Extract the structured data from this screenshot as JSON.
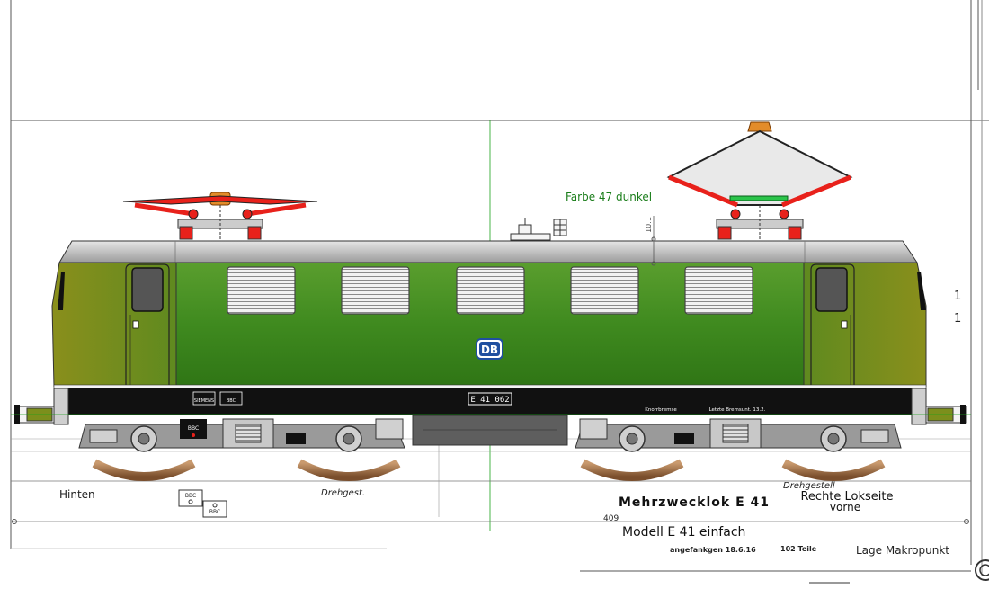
{
  "annotations": {
    "paint_note": "Farbe 47 dunkel",
    "height_mark": "10.1",
    "rear_label": "Hinten",
    "bogie_rear_label": "Drehgest.",
    "bogie_front_label": "Drehgestell",
    "dimension_label": "409",
    "brake_label": "Knorrbremse",
    "brake_date_label": "Letzte Bremsunt. 13.2.",
    "side_mark_top": "1",
    "side_mark_bottom": "1"
  },
  "locomotive": {
    "number_plate": "E 41 062",
    "db_emblem": "DB",
    "maker_plate_1": "SIEMENS",
    "maker_plate_2": "BBC",
    "bbc_plate": "BBC",
    "bbc_stamp_1": "BBC",
    "bbc_stamp_2": "BBC",
    "colors": {
      "body_green": "#3f8a1f",
      "roof_gray": "#bdbdbd",
      "frame_black": "#111111",
      "pantograph_red": "#e8211b",
      "wheel_brown": "#a0714a",
      "window_gray": "#e8e8e8"
    }
  },
  "title_block": {
    "title": "Mehrzwecklok E 41",
    "side": "Rechte Lokseite",
    "side_sub": "vorne",
    "model": "Modell E 41 einfach",
    "started": "angefankgen 18.6.16",
    "parts": "102 Teile",
    "macro_point": "Lage Makropunkt"
  }
}
